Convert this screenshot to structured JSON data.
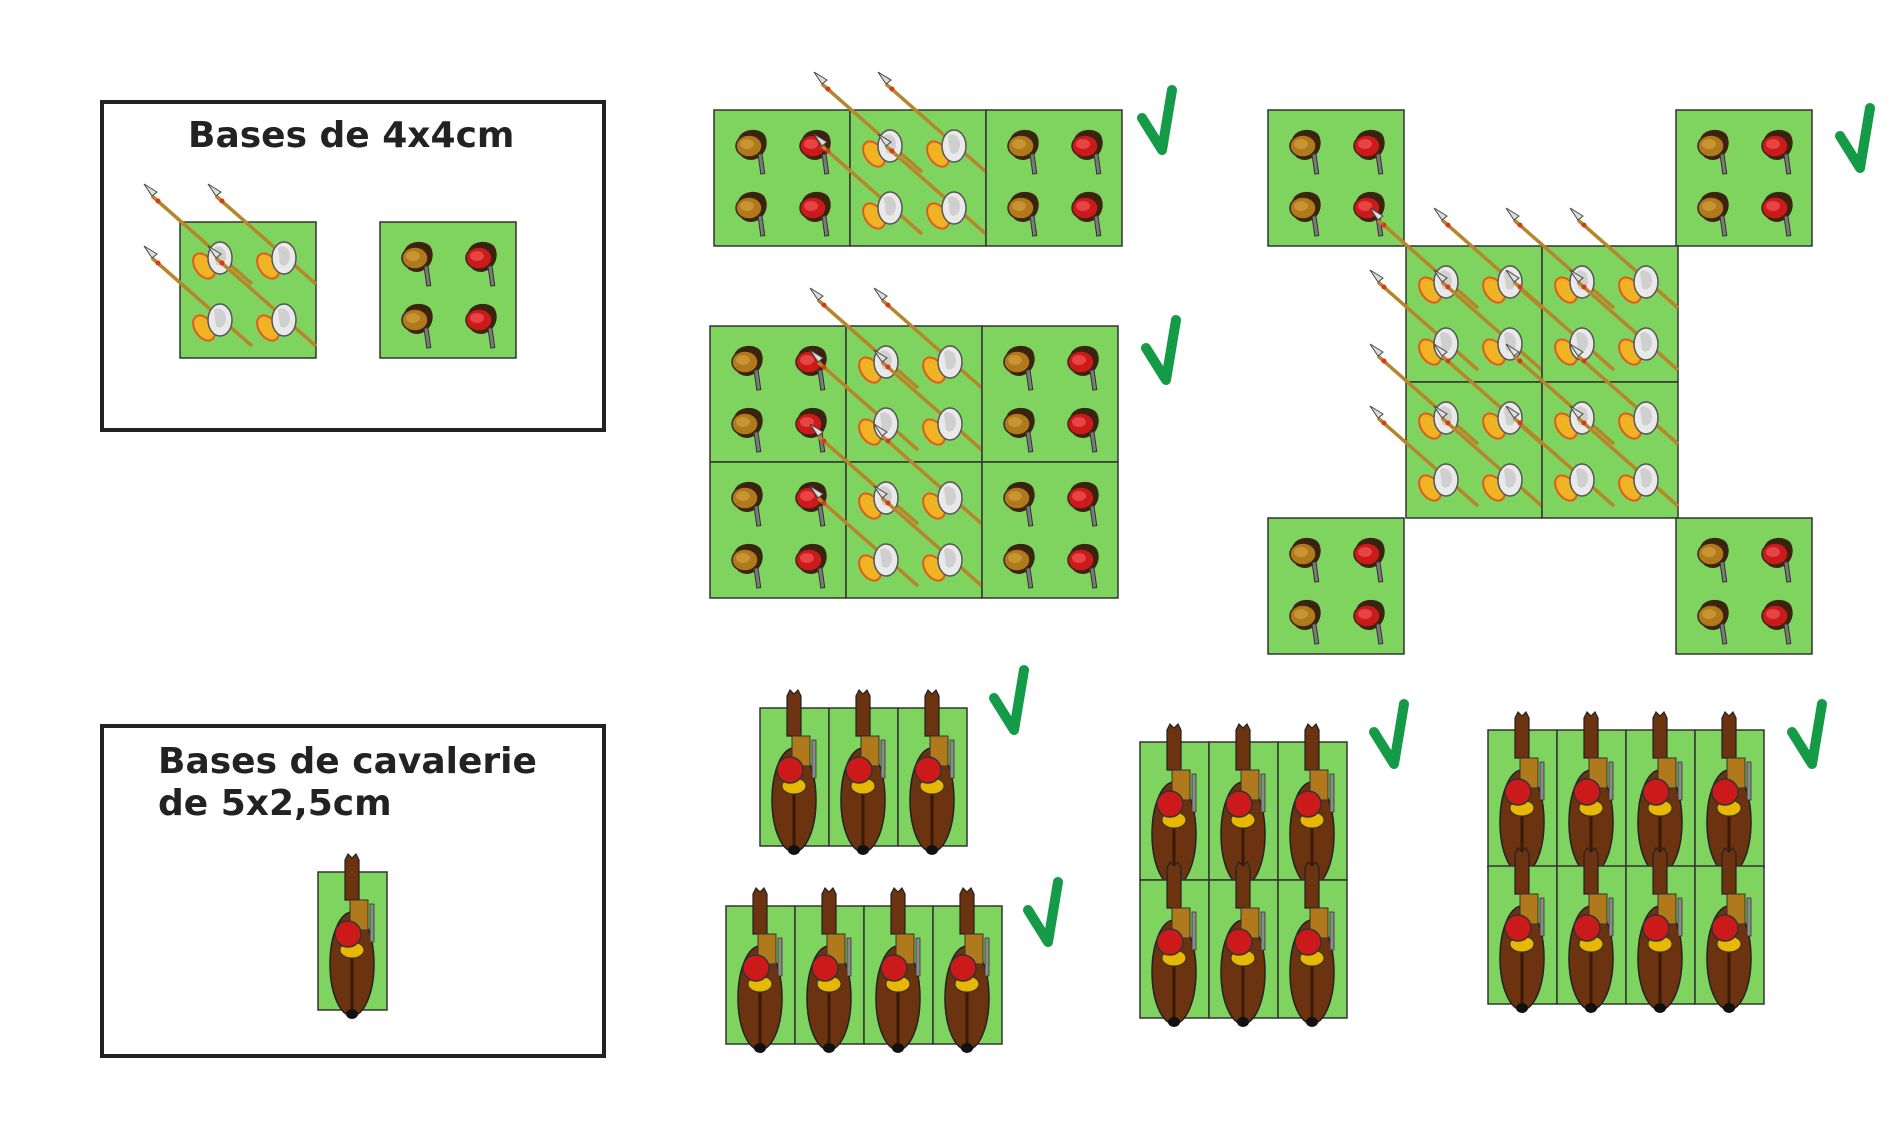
{
  "colors": {
    "base_fill": "#7fd45f",
    "base_stroke": "#333333",
    "checkmark": "#159b48",
    "panel_border": "#222222",
    "title_text": "#222222",
    "helmet_red": "#cc1a1a",
    "helmet_brown": "#b07a1c",
    "shield_yellow": "#f0b323",
    "shield_orange": "#e05a1e",
    "pike_shaft": "#b8862a",
    "horse_brown": "#6b3310",
    "rider_gold": "#e8b800"
  },
  "panels": {
    "infantry": {
      "title": "Bases de 4x4cm"
    },
    "cavalry": {
      "title_line1": "Bases de cavalerie",
      "title_line2": "de 5x2,5cm"
    }
  },
  "legend": {
    "infantry_base_types": [
      "pike-base",
      "shot-base"
    ],
    "cavalry_base_types": [
      "horse-base"
    ]
  },
  "formations": [
    {
      "id": "formation-pike-line-1-row",
      "kind": "infantry",
      "valid": true
    },
    {
      "id": "formation-pike-block-2-rows",
      "kind": "infantry",
      "valid": true
    },
    {
      "id": "formation-pike-square-with-corner-shot",
      "kind": "infantry",
      "valid": true
    },
    {
      "id": "formation-cavalry-3-wide",
      "kind": "cavalry",
      "valid": true
    },
    {
      "id": "formation-cavalry-4-wide",
      "kind": "cavalry",
      "valid": true
    },
    {
      "id": "formation-cavalry-3x2",
      "kind": "cavalry",
      "valid": true
    },
    {
      "id": "formation-cavalry-4x2",
      "kind": "cavalry",
      "valid": true
    }
  ],
  "icons": {
    "pike-base": "pikemen-base-icon",
    "shot-base": "musketeer-base-icon",
    "horse-base": "cavalry-base-icon",
    "valid": "checkmark-icon"
  }
}
